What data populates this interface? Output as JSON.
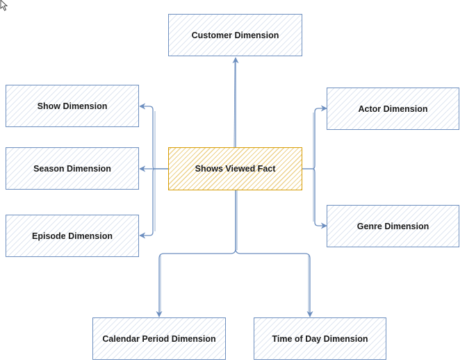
{
  "colors": {
    "dimension_stroke": "#6c8ebf",
    "fact_stroke": "#d79b00",
    "edge": "#6c8ebf"
  },
  "diagram": {
    "fact": {
      "label": "Shows Viewed Fact"
    },
    "dimensions": {
      "customer": "Customer Dimension",
      "show": "Show Dimension",
      "season": "Season Dimension",
      "episode": "Episode Dimension",
      "actor": "Actor Dimension",
      "genre": "Genre Dimension",
      "calendar_period": "Calendar Period Dimension",
      "time_of_day": "Time of Day Dimension"
    }
  },
  "cursor": {
    "icon": "mouse-pointer-icon"
  }
}
